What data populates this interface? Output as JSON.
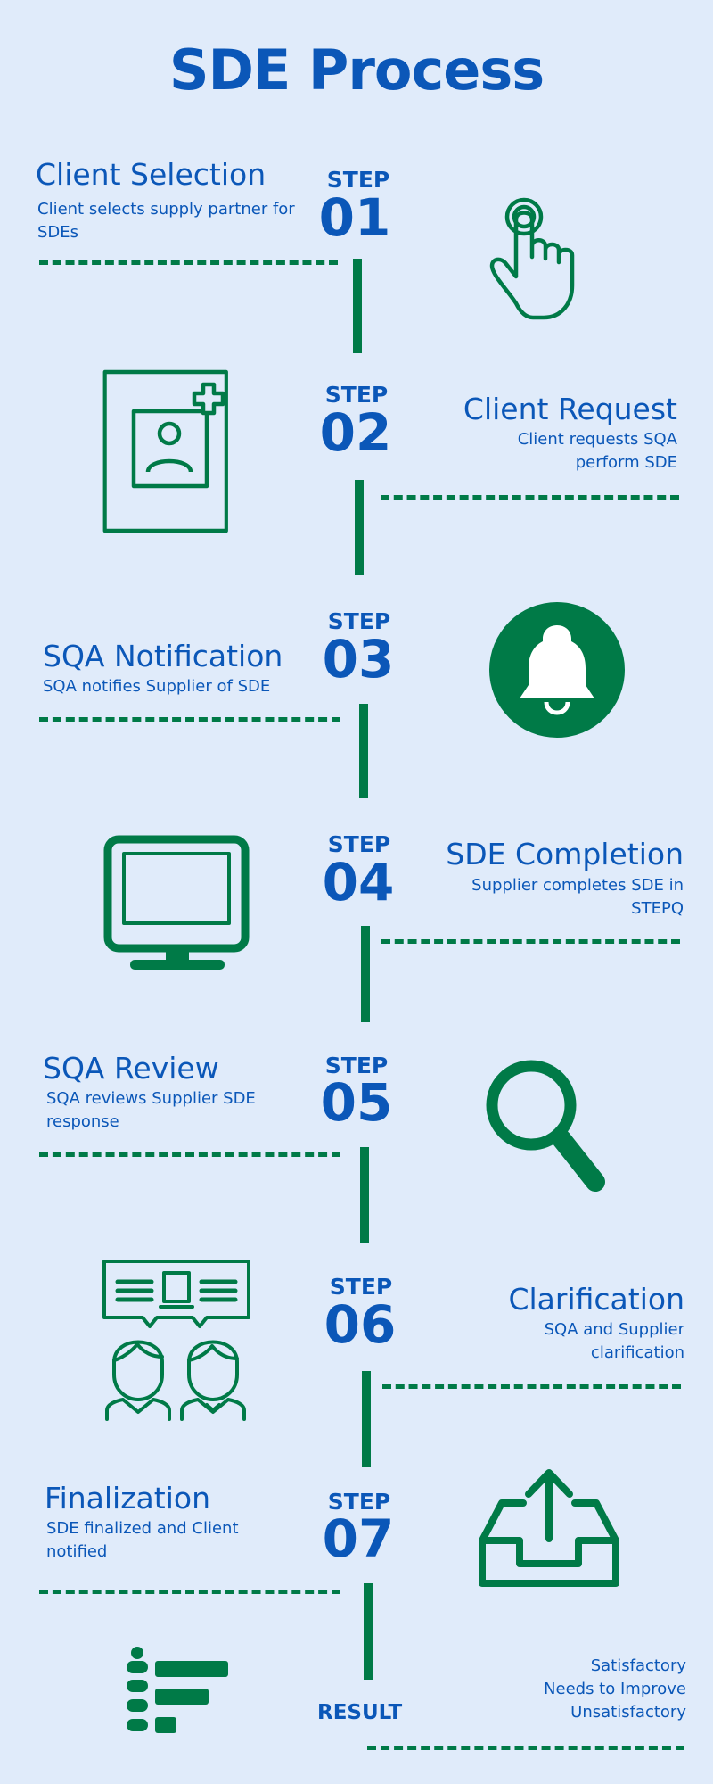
{
  "title": "SDE Process",
  "steps": [
    {
      "label": "STEP",
      "num": "01",
      "heading": "Client Selection",
      "desc": "Client selects supply partner for SDEs",
      "icon": "pointing-hand-icon"
    },
    {
      "label": "STEP",
      "num": "02",
      "heading": "Client Request",
      "desc": "Client requests SQA perform SDE",
      "icon": "add-user-document-icon"
    },
    {
      "label": "STEP",
      "num": "03",
      "heading": "SQA Notification",
      "desc": "SQA notifies Supplier of SDE",
      "icon": "bell-icon"
    },
    {
      "label": "STEP",
      "num": "04",
      "heading": "SDE Completion",
      "desc": "Supplier completes SDE in STEPQ",
      "icon": "monitor-icon"
    },
    {
      "label": "STEP",
      "num": "05",
      "heading": "SQA Review",
      "desc": "SQA reviews Supplier SDE response",
      "icon": "magnifier-icon"
    },
    {
      "label": "STEP",
      "num": "06",
      "heading": "Clarification",
      "desc": "SQA and Supplier clarification",
      "icon": "two-people-discussion-icon"
    },
    {
      "label": "STEP",
      "num": "07",
      "heading": "Finalization",
      "desc": "SDE finalized and Client notified",
      "icon": "upload-tray-icon"
    }
  ],
  "result": {
    "label": "RESULT",
    "options": [
      "Satisfactory",
      "Needs to Improve",
      "Unsatisfactory"
    ],
    "icon": "ranking-list-icon"
  },
  "colors": {
    "background": "#e0ebfa",
    "text": "#0b57b8",
    "accent": "#007a47"
  }
}
